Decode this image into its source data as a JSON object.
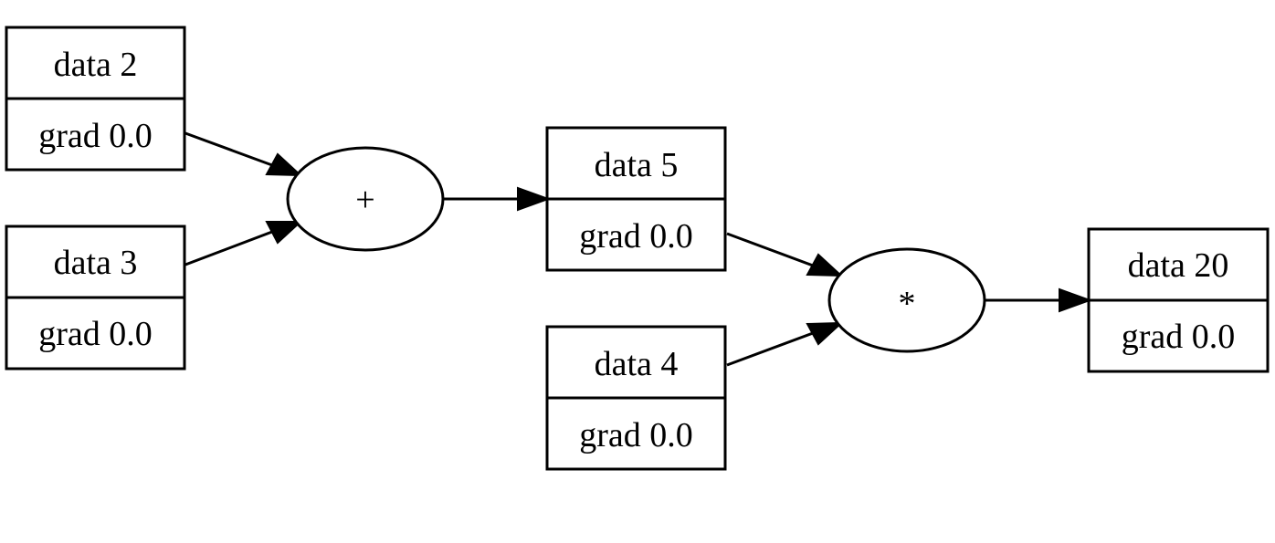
{
  "graph": {
    "nodes": [
      {
        "id": "a",
        "kind": "value",
        "data_label": "data 2",
        "grad_label": "grad 0.0"
      },
      {
        "id": "b",
        "kind": "value",
        "data_label": "data 3",
        "grad_label": "grad 0.0"
      },
      {
        "id": "add",
        "kind": "op",
        "op_label": "+"
      },
      {
        "id": "c",
        "kind": "value",
        "data_label": "data 5",
        "grad_label": "grad 0.0"
      },
      {
        "id": "d",
        "kind": "value",
        "data_label": "data 4",
        "grad_label": "grad 0.0"
      },
      {
        "id": "mul",
        "kind": "op",
        "op_label": "*"
      },
      {
        "id": "e",
        "kind": "value",
        "data_label": "data 20",
        "grad_label": "grad 0.0"
      }
    ],
    "edges": [
      {
        "from": "a",
        "to": "add"
      },
      {
        "from": "b",
        "to": "add"
      },
      {
        "from": "add",
        "to": "c"
      },
      {
        "from": "c",
        "to": "mul"
      },
      {
        "from": "d",
        "to": "mul"
      },
      {
        "from": "mul",
        "to": "e"
      }
    ]
  }
}
